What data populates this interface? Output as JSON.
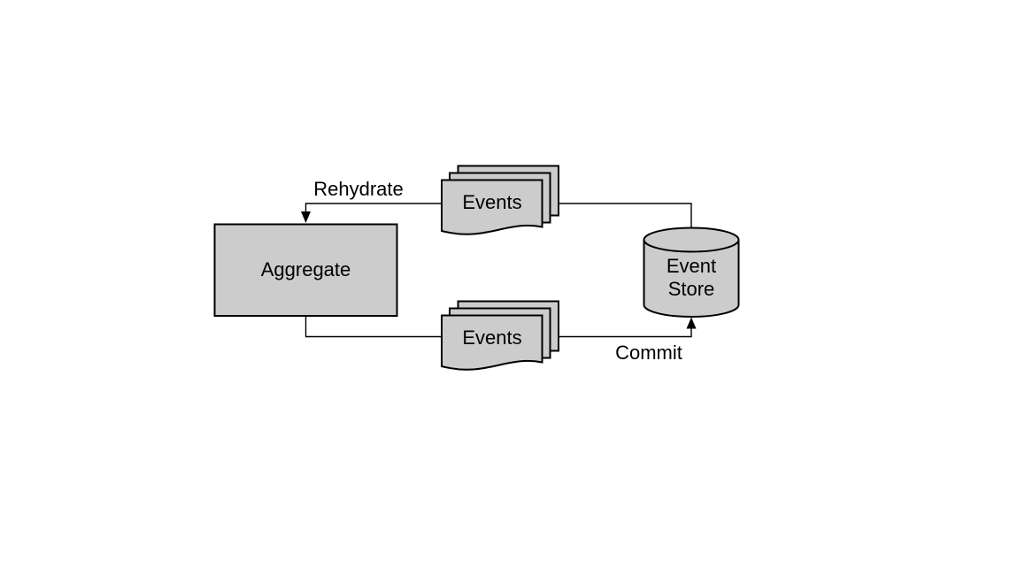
{
  "diagram": {
    "background": "#ffffff",
    "style": {
      "node_fill": "#cccccc",
      "stroke_color": "#000000",
      "text_color": "#000000"
    },
    "nodes": {
      "aggregate": {
        "label": "Aggregate",
        "shape": "rectangle"
      },
      "events_rehydrate": {
        "label": "Events",
        "shape": "document-stack"
      },
      "events_commit": {
        "label": "Events",
        "shape": "document-stack"
      },
      "event_store": {
        "label": "Event\nStore",
        "shape": "cylinder"
      }
    },
    "edges": {
      "rehydrate": {
        "label": "Rehydrate",
        "from": "event_store",
        "to": "aggregate"
      },
      "commit": {
        "label": "Commit",
        "from": "aggregate",
        "to": "event_store"
      }
    }
  }
}
